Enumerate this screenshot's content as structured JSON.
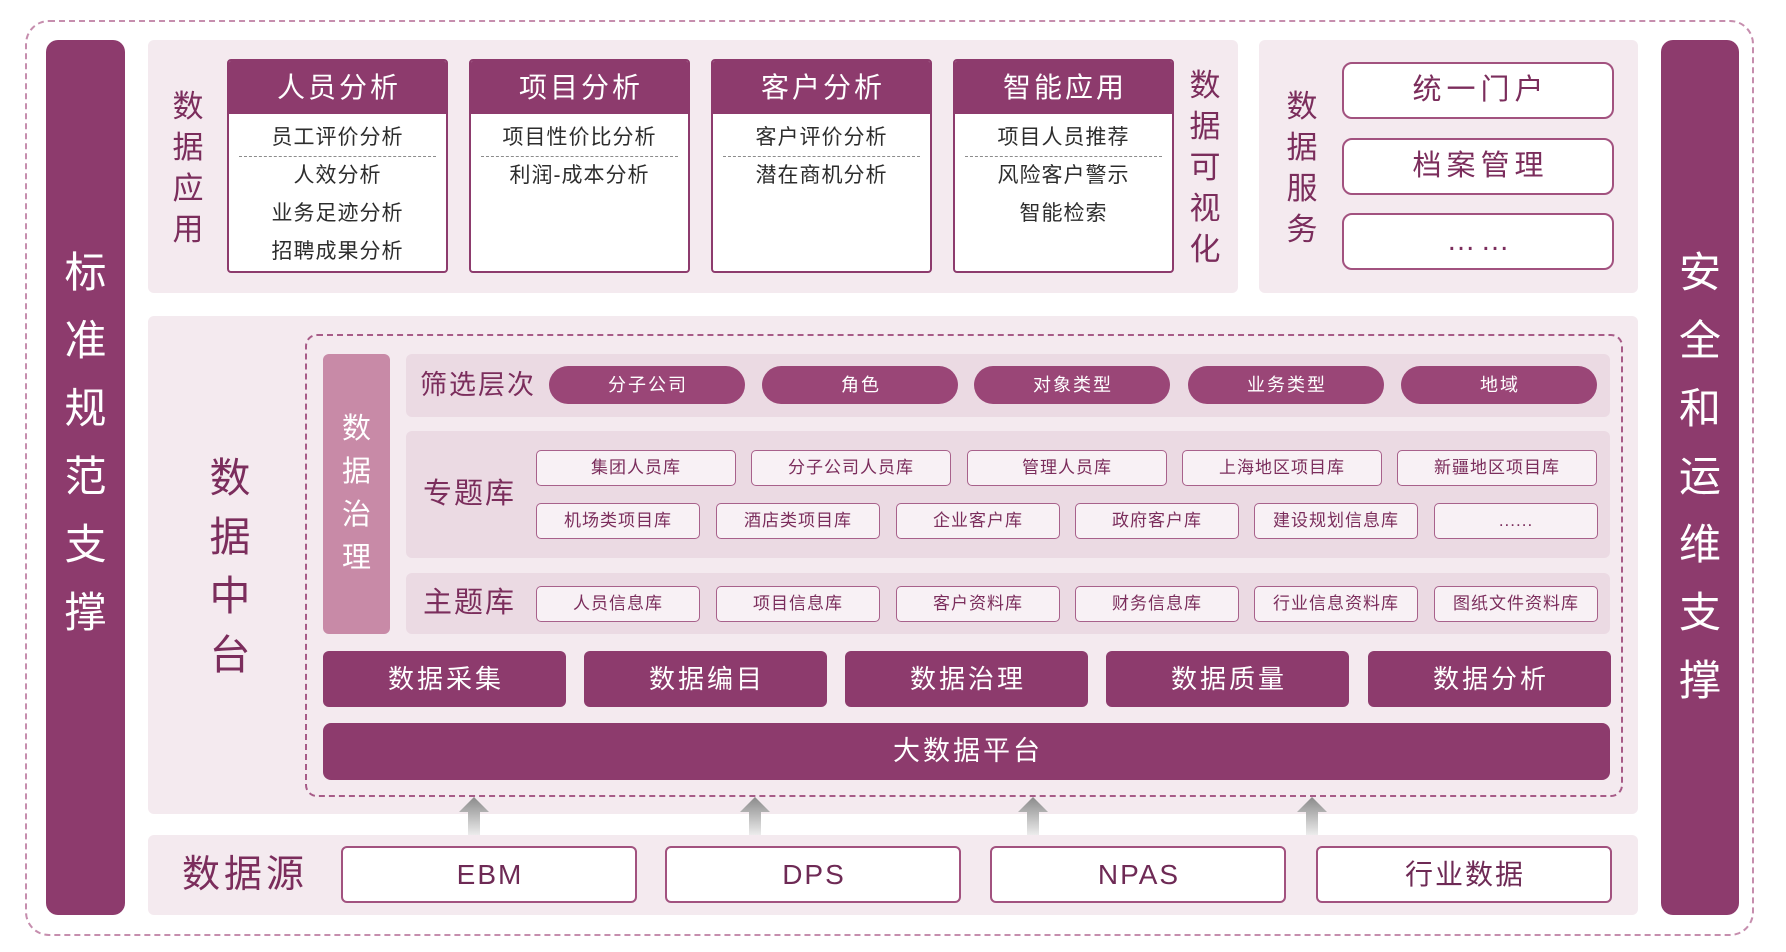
{
  "standards_support": {
    "label": "标准规范支撑"
  },
  "security_ops_support": {
    "label": "安全和运维支撑"
  },
  "data_application": {
    "label": "数据应用",
    "cards": [
      {
        "title": "人员分析",
        "items": [
          "员工评价分析",
          "人效分析",
          "业务足迹分析",
          "招聘成果分析"
        ]
      },
      {
        "title": "项目分析",
        "items": [
          "项目性价比分析",
          "利润-成本分析"
        ]
      },
      {
        "title": "客户分析",
        "items": [
          "客户评价分析",
          "潜在商机分析"
        ]
      },
      {
        "title": "智能应用",
        "items": [
          "项目人员推荐",
          "风险客户警示",
          "智能检索"
        ]
      }
    ]
  },
  "data_visualization": {
    "label": "数据可视化"
  },
  "data_service": {
    "label": "数据服务",
    "items": [
      "统一门户",
      "档案管理",
      "……"
    ]
  },
  "data_middle_platform": {
    "label": "数据中台",
    "governance": {
      "label": "数据治理"
    },
    "filter_levels": {
      "label": "筛选层次",
      "items": [
        "分子公司",
        "角色",
        "对象类型",
        "业务类型",
        "地域"
      ]
    },
    "topic_db": {
      "label": "专题库",
      "row1": [
        "集团人员库",
        "分子公司人员库",
        "管理人员库",
        "上海地区项目库",
        "新疆地区项目库"
      ],
      "row2": [
        "机场类项目库",
        "酒店类项目库",
        "企业客户库",
        "政府客户库",
        "建设规划信息库",
        "......"
      ]
    },
    "subject_db": {
      "label": "主题库",
      "items": [
        "人员信息库",
        "项目信息库",
        "客户资料库",
        "财务信息库",
        "行业信息资料库",
        "图纸文件资料库"
      ]
    },
    "functions": [
      "数据采集",
      "数据编目",
      "数据治理",
      "数据质量",
      "数据分析"
    ],
    "platform": {
      "label": "大数据平台"
    }
  },
  "data_source": {
    "label": "数据源",
    "items": [
      "EBM",
      "DPS",
      "NPAS",
      "行业数据"
    ]
  },
  "icons": {
    "flow_arrow": "up-arrow-icon"
  },
  "colors": {
    "primary": "#8D3B6D",
    "pill": "#9A4677",
    "governance": "#C88AA7",
    "panel": "#F4EAEF",
    "row": "#EBDAE3",
    "border": "#A2527F",
    "label_text": "#7B2D5C"
  }
}
